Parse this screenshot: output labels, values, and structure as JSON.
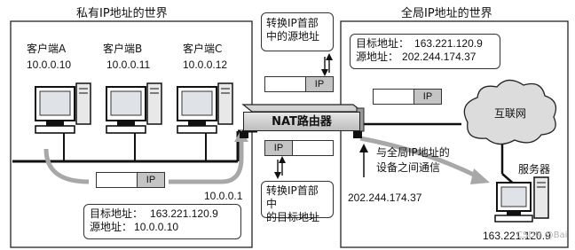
{
  "private_network": {
    "title": "私有IP地址的世界",
    "clients": [
      {
        "name": "客户端A",
        "ip": "10.0.0.10"
      },
      {
        "name": "客户端B",
        "ip": "10.0.0.11"
      },
      {
        "name": "客户端C",
        "ip": "10.0.0.12"
      }
    ],
    "gateway_ip": "10.0.0.1",
    "packet_header": "IP",
    "packet_info": {
      "dest_label": "目标地址：",
      "dest_ip": "163.221.120.9",
      "src_label": "源地址：",
      "src_ip": "10.0.0.10"
    }
  },
  "global_network": {
    "title": "全局IP地址的世界",
    "packet_header": "IP",
    "packet_info": {
      "dest_label": "目标地址：",
      "dest_ip": "163.221.120.9",
      "src_label": "源地址：",
      "src_ip": "202.244.174.37"
    },
    "internet_label": "互联网",
    "server_label": "服务器",
    "server_ip": "163.221.120.9",
    "communication_note_line1": "与全局IP地址的",
    "communication_note_line2": "设备之间通信",
    "nat_global_ip": "202.244.174.37"
  },
  "nat": {
    "label": "NAT路由器",
    "top_note_line1": "转换IP首部",
    "top_note_line2": "中的源地址",
    "bottom_note_line1": "转换IP首部中",
    "bottom_note_line2": "的目标地址",
    "top_packet_header": "IP",
    "bottom_packet_header": "IP"
  },
  "watermark": "CSDN @Bai"
}
